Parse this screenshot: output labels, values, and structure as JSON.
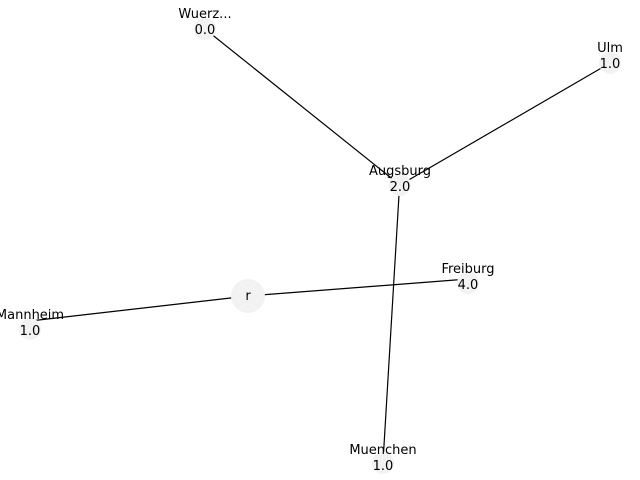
{
  "graph": {
    "root": {
      "id": "r",
      "label": "r"
    },
    "nodes": [
      {
        "id": "wuerzburg",
        "name": "Wuerz...",
        "value": "0.0"
      },
      {
        "id": "ulm",
        "name": "Ulm",
        "value": "1.0"
      },
      {
        "id": "augsburg",
        "name": "Augsburg",
        "value": "2.0"
      },
      {
        "id": "freiburg",
        "name": "Freiburg",
        "value": "4.0"
      },
      {
        "id": "mannheim",
        "name": "Mannheim",
        "value": "1.0"
      },
      {
        "id": "muenchen",
        "name": "Muenchen",
        "value": "1.0"
      }
    ],
    "edges": [
      {
        "from": "wuerzburg",
        "to": "augsburg"
      },
      {
        "from": "ulm",
        "to": "augsburg"
      },
      {
        "from": "augsburg",
        "to": "muenchen"
      },
      {
        "from": "mannheim",
        "to": "r"
      },
      {
        "from": "r",
        "to": "freiburg"
      }
    ],
    "colors": {
      "edge": "#000000",
      "node_fill": "#f2f2f2",
      "text": "#000000"
    }
  }
}
